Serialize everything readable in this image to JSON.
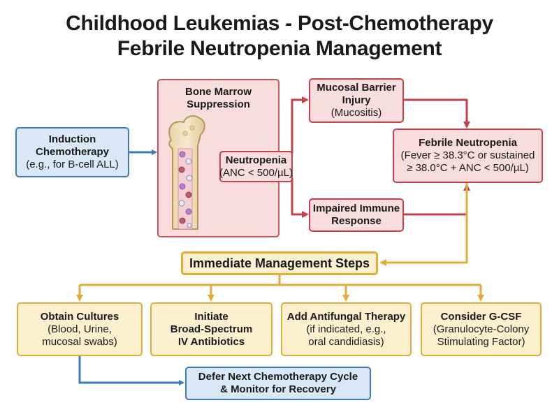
{
  "title": {
    "line1": "Childhood Leukemias - Post-Chemotherapy",
    "line2": "Febrile Neutropenia Management"
  },
  "nodes": {
    "induction": {
      "title": "Induction",
      "title2": "Chemotherapy",
      "detail": "(e.g., for B-cell ALL)"
    },
    "marrow": {
      "title": "Bone Marrow",
      "title2": "Suppression"
    },
    "neutropenia": {
      "title": "Neutropenia",
      "detail": "(ANC < 500/µL)"
    },
    "mucosal": {
      "title": "Mucosal Barrier",
      "title2": "Injury",
      "detail": "(Mucositis)"
    },
    "immune": {
      "title": "Impaired Immune",
      "title2": "Response"
    },
    "febrile": {
      "title": "Febrile Neutropenia",
      "detail": "(Fever ≥ 38.3°C or sustained",
      "detail2": "≥ 38.0°C + ANC < 500/µL)"
    },
    "management": {
      "title": "Immediate Management Steps"
    },
    "cultures": {
      "title": "Obtain Cultures",
      "detail": "(Blood, Urine,",
      "detail2": "mucosal swabs)"
    },
    "antibiotics": {
      "title": "Initiate",
      "title2": "Broad-Spectrum",
      "title3": "IV Antibiotics"
    },
    "antifungal": {
      "title": "Add Antifungal Therapy",
      "detail": "(if indicated, e.g.,",
      "detail2": "oral candidiasis)"
    },
    "gcsf": {
      "title": "Consider G-CSF",
      "detail": "(Granulocyte-Colony",
      "detail2": "Stimulating Factor)"
    },
    "defer": {
      "title": "Defer Next Chemotherapy Cycle",
      "title2": "& Monitor for Recovery"
    }
  },
  "colors": {
    "blue_fill": "#d9e8f6",
    "blue_border": "#3d7ab8",
    "red_fill": "#f9dcdc",
    "red_border": "#c4414b",
    "yellow_fill": "#fdf0cf",
    "yellow_border": "#e2ac36"
  }
}
